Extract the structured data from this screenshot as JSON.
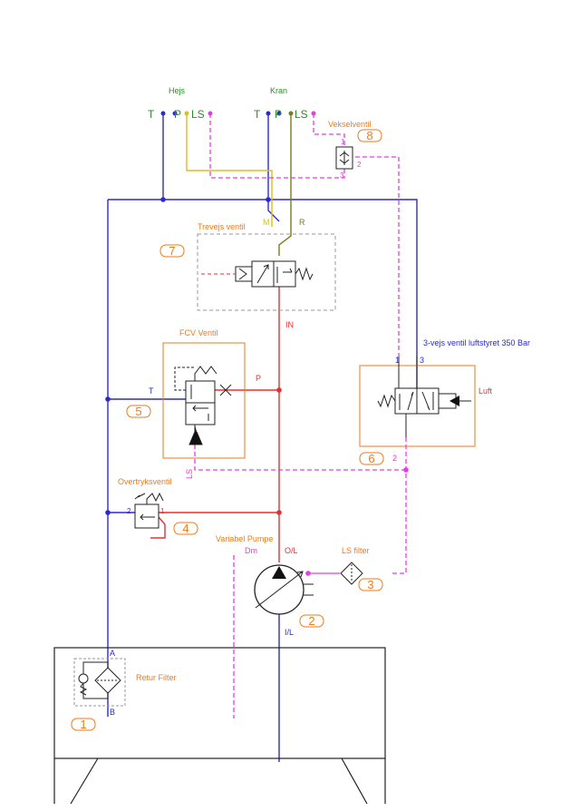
{
  "colors": {
    "return_line": "#2a2ad0",
    "pressure_line": "#e53030",
    "ls_line": "#e040e0",
    "hejs_line": "#d8c020",
    "kran_line": "#7a7a20",
    "orange": "#f07a1a",
    "green": "#2a8a2a",
    "dark": "#222222"
  },
  "top_ports": {
    "hejs": {
      "title": "Hejs",
      "t": "T",
      "p": "P",
      "ls": "LS"
    },
    "kran": {
      "title": "Kran",
      "t": "T",
      "p": "P",
      "ls": "LS"
    }
  },
  "components": {
    "c1": {
      "label": "Retur Filter",
      "number": "1",
      "port_a": "A",
      "port_b": "B"
    },
    "c2": {
      "label": "Variabel Pumpe",
      "number": "2",
      "port_out": "O/L",
      "port_in": "I/L",
      "port_dm": "Dm"
    },
    "c3": {
      "label": "LS filter",
      "number": "3"
    },
    "c4": {
      "label": "Overtryksventil",
      "number": "4",
      "port_1": "1",
      "port_2": "2"
    },
    "c5": {
      "label": "FCV Ventil",
      "number": "5",
      "port_t": "T",
      "port_p": "P",
      "port_ls": "LS"
    },
    "c6": {
      "label": "3-vejs ventil luftstyret 350 Bar",
      "number": "6",
      "port_1": "1",
      "port_2": "2",
      "port_3": "3",
      "air": "Luft"
    },
    "c7": {
      "label": "Trevejs ventil",
      "number": "7",
      "port_m": "M",
      "port_r": "R",
      "port_in": "IN"
    },
    "c8": {
      "label": "Vekselventil",
      "number": "8",
      "port_1": "1",
      "port_2": "2",
      "port_3": "3"
    }
  }
}
